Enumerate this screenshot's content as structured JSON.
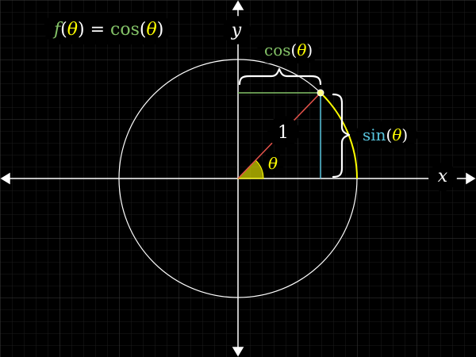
{
  "function_label": {
    "f": "f",
    "open": "(",
    "theta": "θ",
    "close": ")",
    "equals": " = ",
    "cos": "cos",
    "open2": "(",
    "theta2": "θ",
    "close2": ")"
  },
  "axes": {
    "x_label": "x",
    "y_label": "y"
  },
  "radius_label": "1",
  "angle_label": "θ",
  "cos_label": {
    "name": "cos",
    "open": "(",
    "theta": "θ",
    "close": ")"
  },
  "sin_label": {
    "name": "sin",
    "open": "(",
    "theta": "θ",
    "close": ")"
  },
  "colors": {
    "background": "#000000",
    "grid": "#2a2a2a",
    "axis": "#ffffff",
    "circle": "#ffffff",
    "radius": "#e5534b",
    "cosine": "#83c167",
    "sine": "#58c4dd",
    "angle": "#ffff00",
    "theta": "#ffff00"
  }
}
